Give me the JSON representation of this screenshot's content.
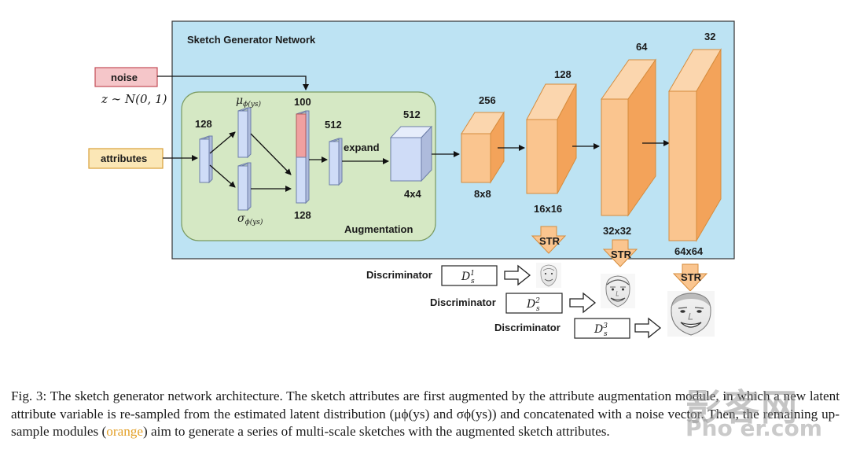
{
  "network": {
    "title": "Sketch Generator Network",
    "noise_label": "noise",
    "noise_dist": "z ∼ N(0, 1)",
    "attributes_label": "attributes",
    "augmentation_label": "Augmentation",
    "expand_label": "expand",
    "dims": {
      "attr_fc": "128",
      "noise_dim": "100",
      "concat_dim": "128",
      "fc_512": "512",
      "cube_channels": "512",
      "cube_size": "4x4",
      "up1_channels": "256",
      "up1_size": "8x8",
      "up2_channels": "128",
      "up2_size": "16x16",
      "up3_channels": "64",
      "up3_size": "32x32",
      "up4_channels": "32",
      "up4_size": "64x64"
    },
    "mu_symbol": "μ",
    "mu_sub": "ϕ(ys)",
    "sigma_symbol": "σ",
    "sigma_sub": "ϕ(ys)",
    "str_label": "STR"
  },
  "discriminators": [
    {
      "label": "Discriminator",
      "symbol": "D",
      "sub": "s",
      "sup": "1"
    },
    {
      "label": "Discriminator",
      "symbol": "D",
      "sub": "s",
      "sup": "2"
    },
    {
      "label": "Discriminator",
      "symbol": "D",
      "sub": "s",
      "sup": "3"
    }
  ],
  "caption": {
    "part1": "Fig. 3: The sketch generator network architecture. The sketch attributes are first augmented by the attribute augmentation module, in which a new latent attribute variable is re-sampled from the estimated latent distribution (μϕ(ys) and σϕ(ys)) and concatenated with a noise vector. Then, the remaining up-sample modules (",
    "highlight": "orange",
    "part2": ") aim to generate a series of multi-scale sketches with the augmented sketch attributes."
  },
  "watermark": {
    "main": "影客网",
    "sub": "Pho er.com"
  },
  "colors": {
    "panel": "#bde3f3",
    "panel_border": "#333333",
    "aug_fill": "#d5e8c4",
    "aug_border": "#7a9a60",
    "orange_front": "#fac58f",
    "orange_side": "#f3a35a",
    "orange_top": "#fbd6ae",
    "orange_border": "#d68c3c",
    "blue_bar": "#cfdcf7",
    "blue_border": "#6d7ea8",
    "noise_fill": "#f5c6c9",
    "noise_border": "#c34d58",
    "attr_fill": "#fbe7b6",
    "attr_border": "#d9a13a",
    "red_seg": "#f0a0a0"
  }
}
